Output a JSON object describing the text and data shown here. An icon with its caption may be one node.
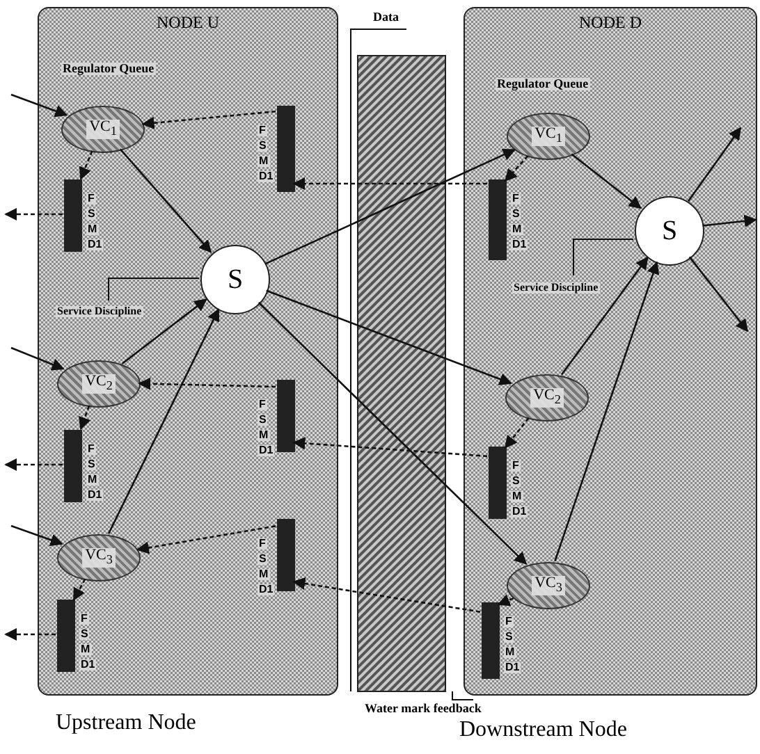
{
  "diagram": {
    "nodes": [
      {
        "text": [
          "NODE U"
        ]
      },
      {
        "text": [
          "VC$_{1}$"
        ],
        "in": 0
      },
      {
        "text": [],
        "shape": "bar",
        "in": 0,
        "beside": [
          "F",
          "S",
          "M",
          "D1"
        ]
      },
      {
        "text": [
          "S"
        ],
        "in": 0
      },
      {
        "text": [],
        "shape": "bar",
        "in": 0,
        "beside": [
          "F",
          "S",
          "M",
          "D1"
        ]
      },
      {
        "text": [
          "VC$_{2}$"
        ],
        "in": 0
      },
      {
        "text": [],
        "shape": "bar",
        "in": 0,
        "beside": [
          "F",
          "S",
          "M",
          "D1"
        ]
      },
      {
        "text": [],
        "shape": "bar",
        "in": 0,
        "beside": [
          "F",
          "S",
          "M",
          "D1"
        ]
      },
      {
        "text": [
          "VC$_{3}$"
        ],
        "in": 0
      },
      {
        "text": [],
        "shape": "bar",
        "in": 0,
        "beside": [
          "F",
          "S",
          "M",
          "D1"
        ]
      },
      {
        "text": [],
        "shape": "bar",
        "in": 0,
        "beside": [
          "F",
          "S",
          "M",
          "D1"
        ]
      },
      {
        "text": [
          "NODE D"
        ]
      },
      {
        "text": [
          "VC$_{1}$"
        ],
        "in": 11
      },
      {
        "text": [],
        "shape": "bar",
        "in": 11,
        "beside": [
          "F",
          "S",
          "M",
          "D1"
        ]
      },
      {
        "text": [
          "S"
        ],
        "in": 11
      },
      {
        "text": [
          "VC$_{2}$"
        ],
        "in": 11
      },
      {
        "text": [],
        "shape": "bar",
        "in": 11,
        "beside": [
          "F",
          "S",
          "M",
          "D1"
        ]
      },
      {
        "text": [
          "VC$_{3}$"
        ],
        "in": 11
      },
      {
        "text": [],
        "shape": "bar",
        "in": 11,
        "beside": [
          "F",
          "S",
          "M",
          "D1"
        ]
      }
    ],
    "edges": [
      {
        "from": null,
        "to": 1,
        "arrow": "to"
      },
      {
        "from": null,
        "to": 5,
        "arrow": "to"
      },
      {
        "from": null,
        "to": 8,
        "arrow": "to"
      },
      {
        "from": 1,
        "to": 3,
        "arrow": "to"
      },
      {
        "from": 5,
        "to": 3,
        "arrow": "to"
      },
      {
        "from": 8,
        "to": 3,
        "arrow": "to"
      },
      {
        "from": 1,
        "to": 2,
        "arrow": "to",
        "style": "dashed"
      },
      {
        "from": 5,
        "to": 6,
        "arrow": "to",
        "style": "dashed"
      },
      {
        "from": 8,
        "to": 9,
        "arrow": "to",
        "style": "dashed"
      },
      {
        "from": 2,
        "to": null,
        "arrow": "to",
        "style": "dashed"
      },
      {
        "from": 6,
        "to": null,
        "arrow": "to",
        "style": "dashed"
      },
      {
        "from": 9,
        "to": null,
        "arrow": "to",
        "style": "dashed"
      },
      {
        "from": 4,
        "to": 1,
        "arrow": "to",
        "style": "dashed"
      },
      {
        "from": 7,
        "to": 5,
        "arrow": "to",
        "style": "dashed"
      },
      {
        "from": 10,
        "to": 8,
        "arrow": "to",
        "style": "dashed"
      },
      {
        "from": 3,
        "to": 12,
        "arrow": "to"
      },
      {
        "from": 3,
        "to": 15,
        "arrow": "to"
      },
      {
        "from": 3,
        "to": 17,
        "arrow": "to"
      },
      {
        "from": 12,
        "to": 14,
        "arrow": "to"
      },
      {
        "from": 15,
        "to": 14,
        "arrow": "to"
      },
      {
        "from": 17,
        "to": 14,
        "arrow": "to"
      },
      {
        "from": 12,
        "to": 13,
        "arrow": "to",
        "style": "dashed"
      },
      {
        "from": 15,
        "to": 16,
        "arrow": "to",
        "style": "dashed"
      },
      {
        "from": 17,
        "to": 18,
        "arrow": "to",
        "style": "dashed"
      },
      {
        "from": 13,
        "to": 4,
        "arrow": "to",
        "style": "dashed"
      },
      {
        "from": 16,
        "to": 7,
        "arrow": "to",
        "style": "dashed"
      },
      {
        "from": 18,
        "to": 10,
        "arrow": "to",
        "style": "dashed"
      },
      {
        "from": 14,
        "to": null,
        "arrow": "to"
      },
      {
        "from": 14,
        "to": null,
        "arrow": "to"
      },
      {
        "from": 14,
        "to": null,
        "arrow": "to"
      }
    ],
    "labels": [
      "Regulator Queue",
      "Service Discipline",
      "Data",
      "Regulator Queue",
      "Service Discipline",
      "Water mark feedback",
      "Upstream Node",
      "Downstream Node"
    ]
  }
}
